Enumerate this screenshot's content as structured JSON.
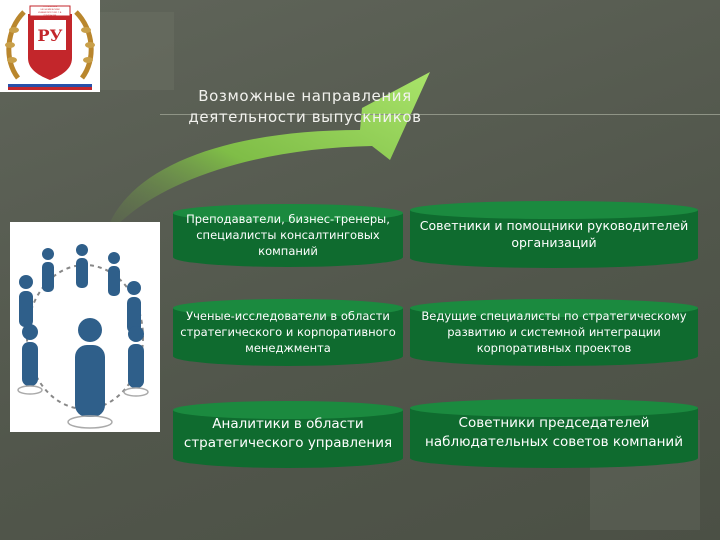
{
  "title": {
    "line1": "Возможные направления",
    "line2": "деятельности выпускников"
  },
  "logo": {
    "monogram": "РУ",
    "text": "РОССИЙСКИЙ ЭКОНОМИЧЕСКИЙ УНИВЕРСИТЕТ ИМ. Г.В. ПЛЕХАНОВА"
  },
  "cards": [
    {
      "text": "Преподаватели, бизнес-тренеры, специалисты консалтинговых компаний"
    },
    {
      "text": "Советники и помощники руководителей организаций"
    },
    {
      "text": "Ученые-исследователи в области стратегического и корпоративного менеджмента"
    },
    {
      "text": "Ведущие специалисты по стратегическому развитию и системной интеграции корпоративных проектов"
    },
    {
      "text": "Аналитики в области стратегического управления"
    },
    {
      "text": "Советники председателей наблюдательных советов компаний"
    }
  ],
  "colors": {
    "background": "#565b50",
    "card_green": "#0f6b2f",
    "arrow_green": "#8fd14f",
    "people_blue": "#2f5f8a"
  },
  "icons": [
    "university-logo",
    "curved-arrow",
    "people-network-illustration"
  ]
}
